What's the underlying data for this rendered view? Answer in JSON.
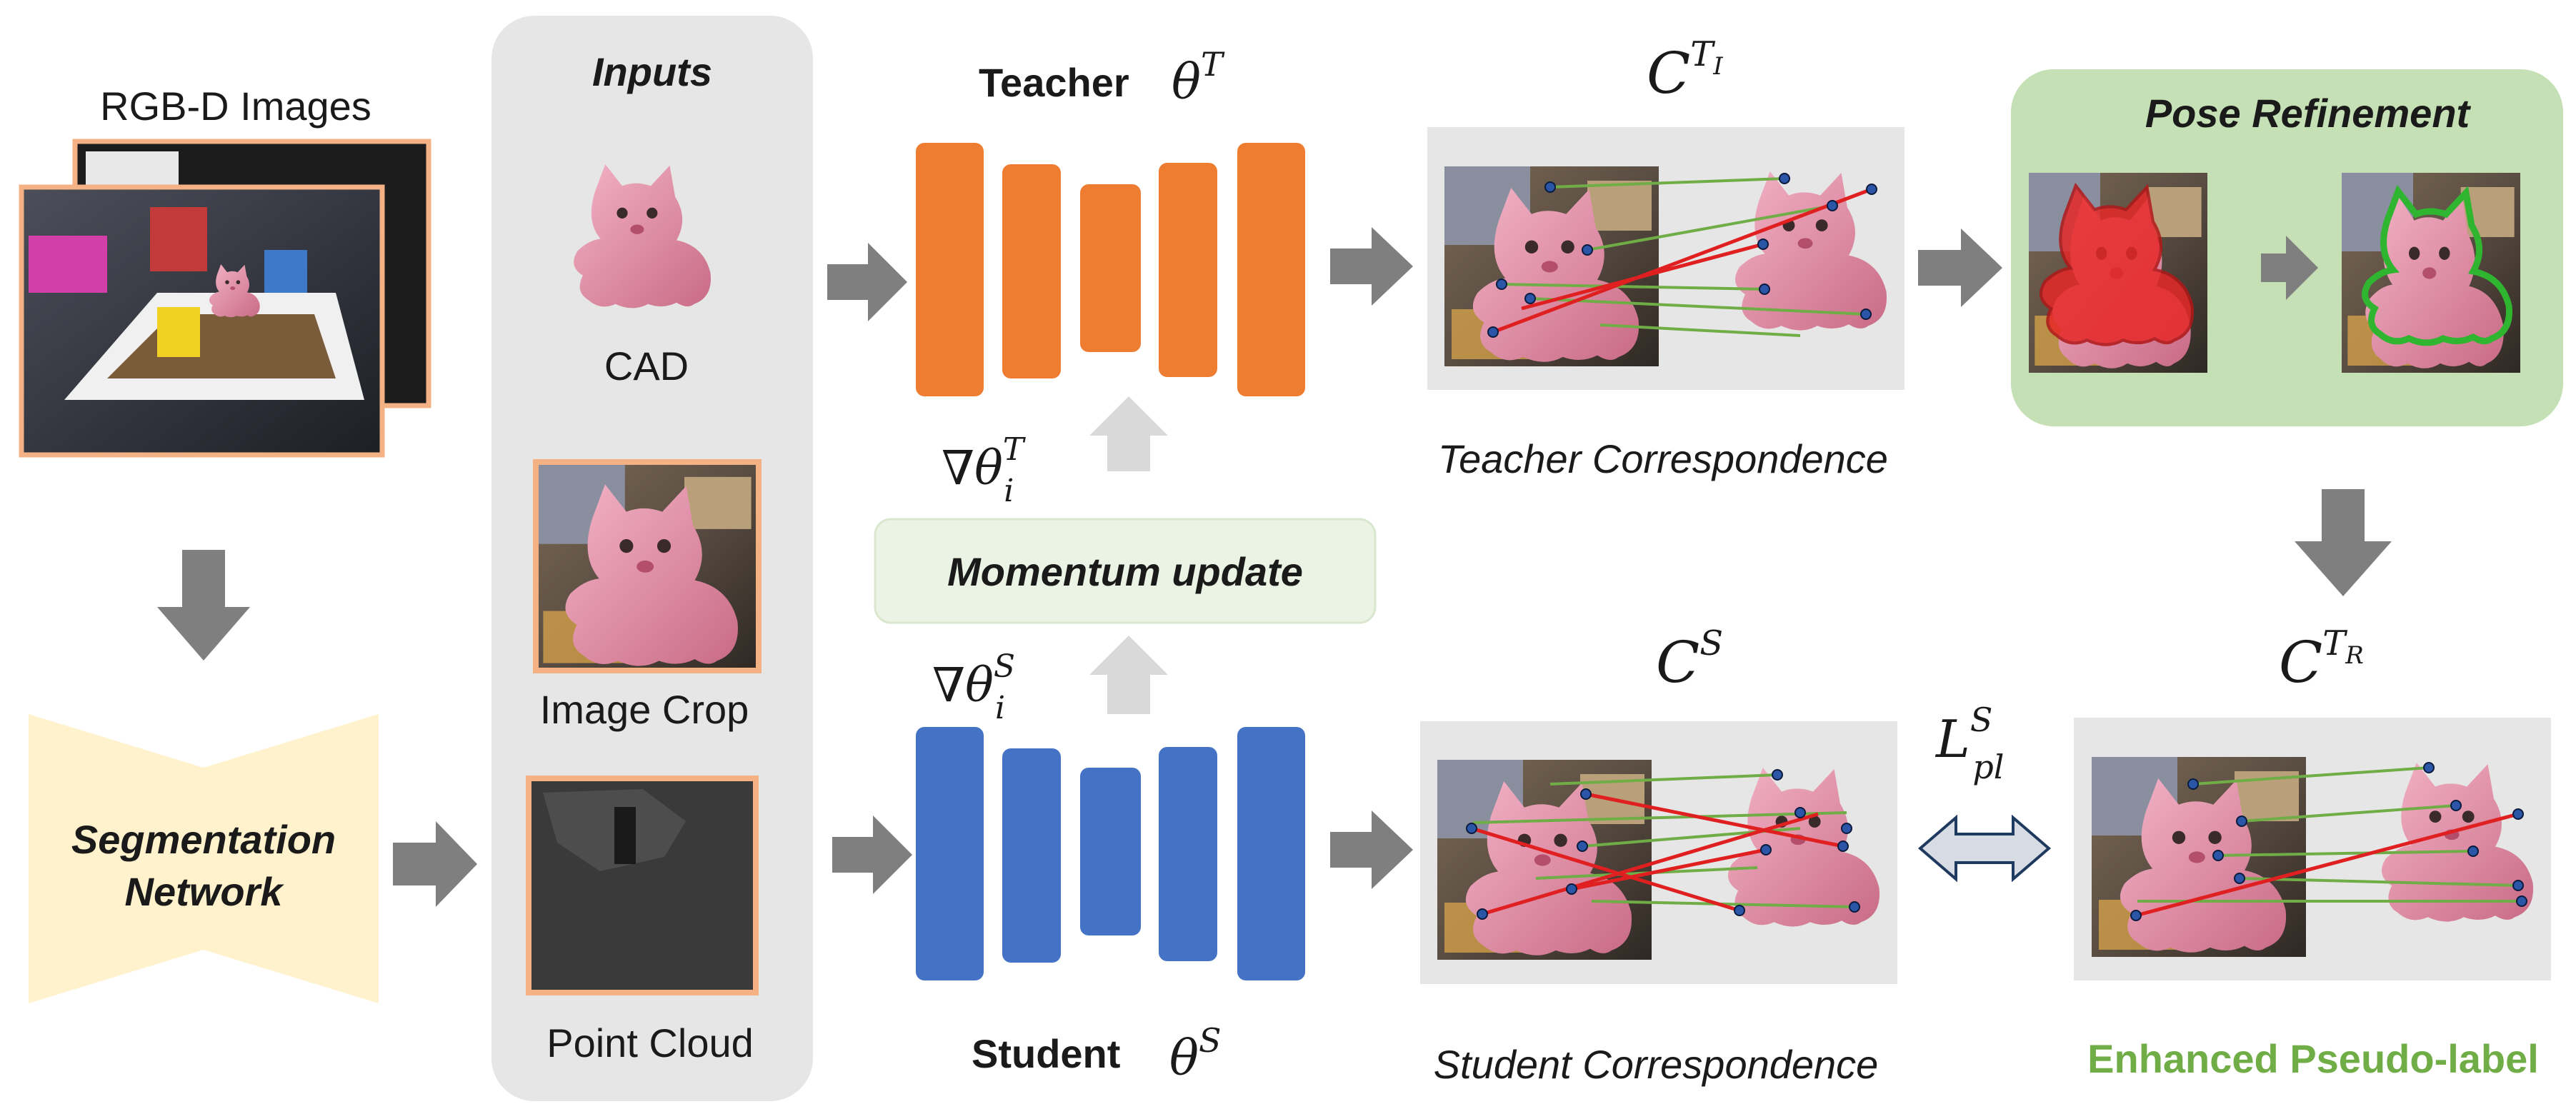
{
  "rgbd": {
    "label": "RGB-D Images"
  },
  "inputs": {
    "title": "Inputs",
    "cad_label": "CAD",
    "crop_label": "Image Crop",
    "cloud_label": "Point Cloud"
  },
  "segmentation": {
    "line1": "Segmentation",
    "line2": "Network"
  },
  "teacher": {
    "label": "Teacher",
    "theta": "θ",
    "sup": "T"
  },
  "student": {
    "label": "Student",
    "theta": "θ",
    "sup": "S"
  },
  "momentum": {
    "label": "Momentum update",
    "grad_teacher": {
      "nabla": "∇θ",
      "sup": "T",
      "sub": "i"
    },
    "grad_student": {
      "nabla": "∇θ",
      "sup": "S",
      "sub": "i"
    }
  },
  "teacher_corr": {
    "caption": "Teacher Correspondence",
    "symbol": "C",
    "sup": "T",
    "subsup": "I"
  },
  "student_corr": {
    "caption": "Student Correspondence",
    "symbol": "C",
    "sup": "S"
  },
  "pose_refinement": {
    "title": "Pose Refinement"
  },
  "refined_corr": {
    "symbol": "C",
    "sup": "T",
    "subsup": "R"
  },
  "loss": {
    "symbol": "L",
    "sup": "S",
    "sub": "pl"
  },
  "enhanced": {
    "caption": "Enhanced Pseudo-label"
  },
  "colors": {
    "teacher_orange": "#ee7d31",
    "student_blue": "#4472c4",
    "arrow_gray": "#7f7f7f",
    "panel_gray": "#e6e6e6",
    "pose_green_bg": "#c5e0b4",
    "momentum_bg": "#eaf3e4",
    "seg_yellow": "#fff2cc",
    "crop_border": "#f4b183",
    "match_green": "#70ad47",
    "match_red": "#e02020",
    "enhanced_text": "#70ad47"
  }
}
